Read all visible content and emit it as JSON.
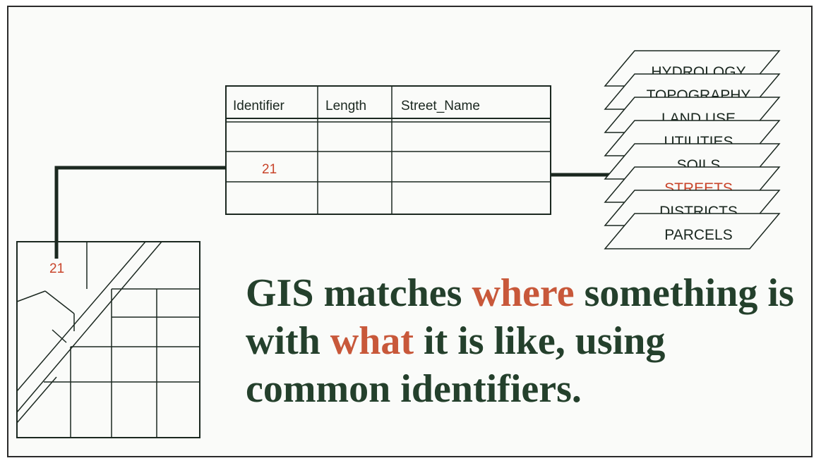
{
  "table": {
    "headers": [
      "Identifier",
      "Length",
      "Street_Name"
    ],
    "highlight_value": "21"
  },
  "map": {
    "label": "21"
  },
  "layers": [
    "HYDROLOGY",
    "TOPOGRAPHY",
    "LAND USE",
    "UTILITIES",
    "SOILS",
    "STREETS",
    "DISTRICTS",
    "PARCELS"
  ],
  "highlight_layer": "STREETS",
  "headline": {
    "part1": "GIS matches ",
    "word1": "where",
    "part2": " something is with ",
    "word2": "what",
    "part3": " it is like, using common identifiers."
  },
  "colors": {
    "text": "#24402c",
    "highlight": "#c8583a",
    "line": "#1b2820"
  }
}
